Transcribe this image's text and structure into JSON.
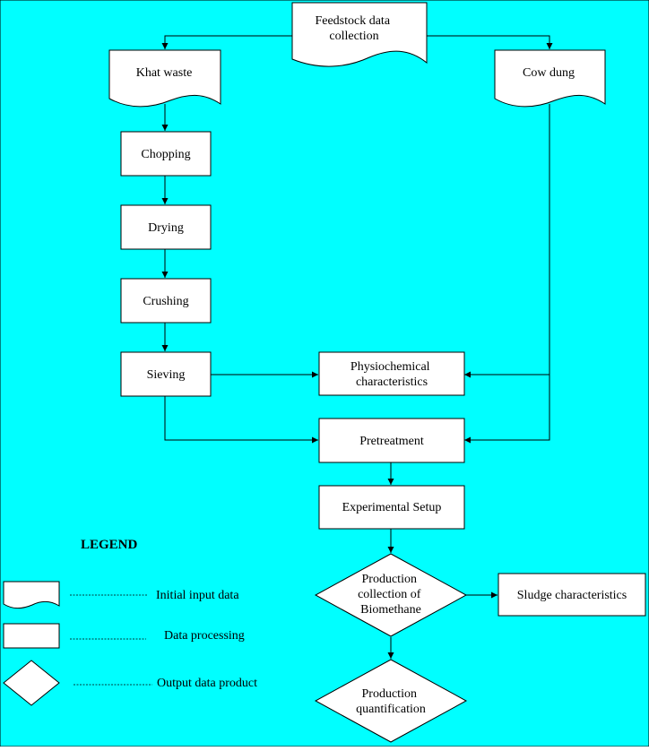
{
  "colors": {
    "background": "#00FFFF",
    "shape_fill": "#FFFFFF",
    "line": "#000000"
  },
  "nodes": {
    "feedstock": [
      "Feedstock data",
      "collection"
    ],
    "khat_waste": [
      "Khat waste"
    ],
    "cow_dung": [
      "Cow dung"
    ],
    "chopping": [
      "Chopping"
    ],
    "drying": [
      "Drying"
    ],
    "crushing": [
      "Crushing"
    ],
    "sieving": [
      "Sieving"
    ],
    "physiochemical": [
      "Physiochemical",
      "characteristics"
    ],
    "pretreatment": [
      "Pretreatment"
    ],
    "experimental_setup": [
      "Experimental Setup"
    ],
    "production_collection": [
      "Production",
      "collection of",
      "Biomethane"
    ],
    "sludge": [
      "Sludge characteristics"
    ],
    "production_quantification": [
      "Production",
      "quantification"
    ]
  },
  "legend": {
    "title": "LEGEND",
    "items": {
      "input": "Initial input data",
      "process": "Data processing",
      "output": "Output data product"
    }
  }
}
